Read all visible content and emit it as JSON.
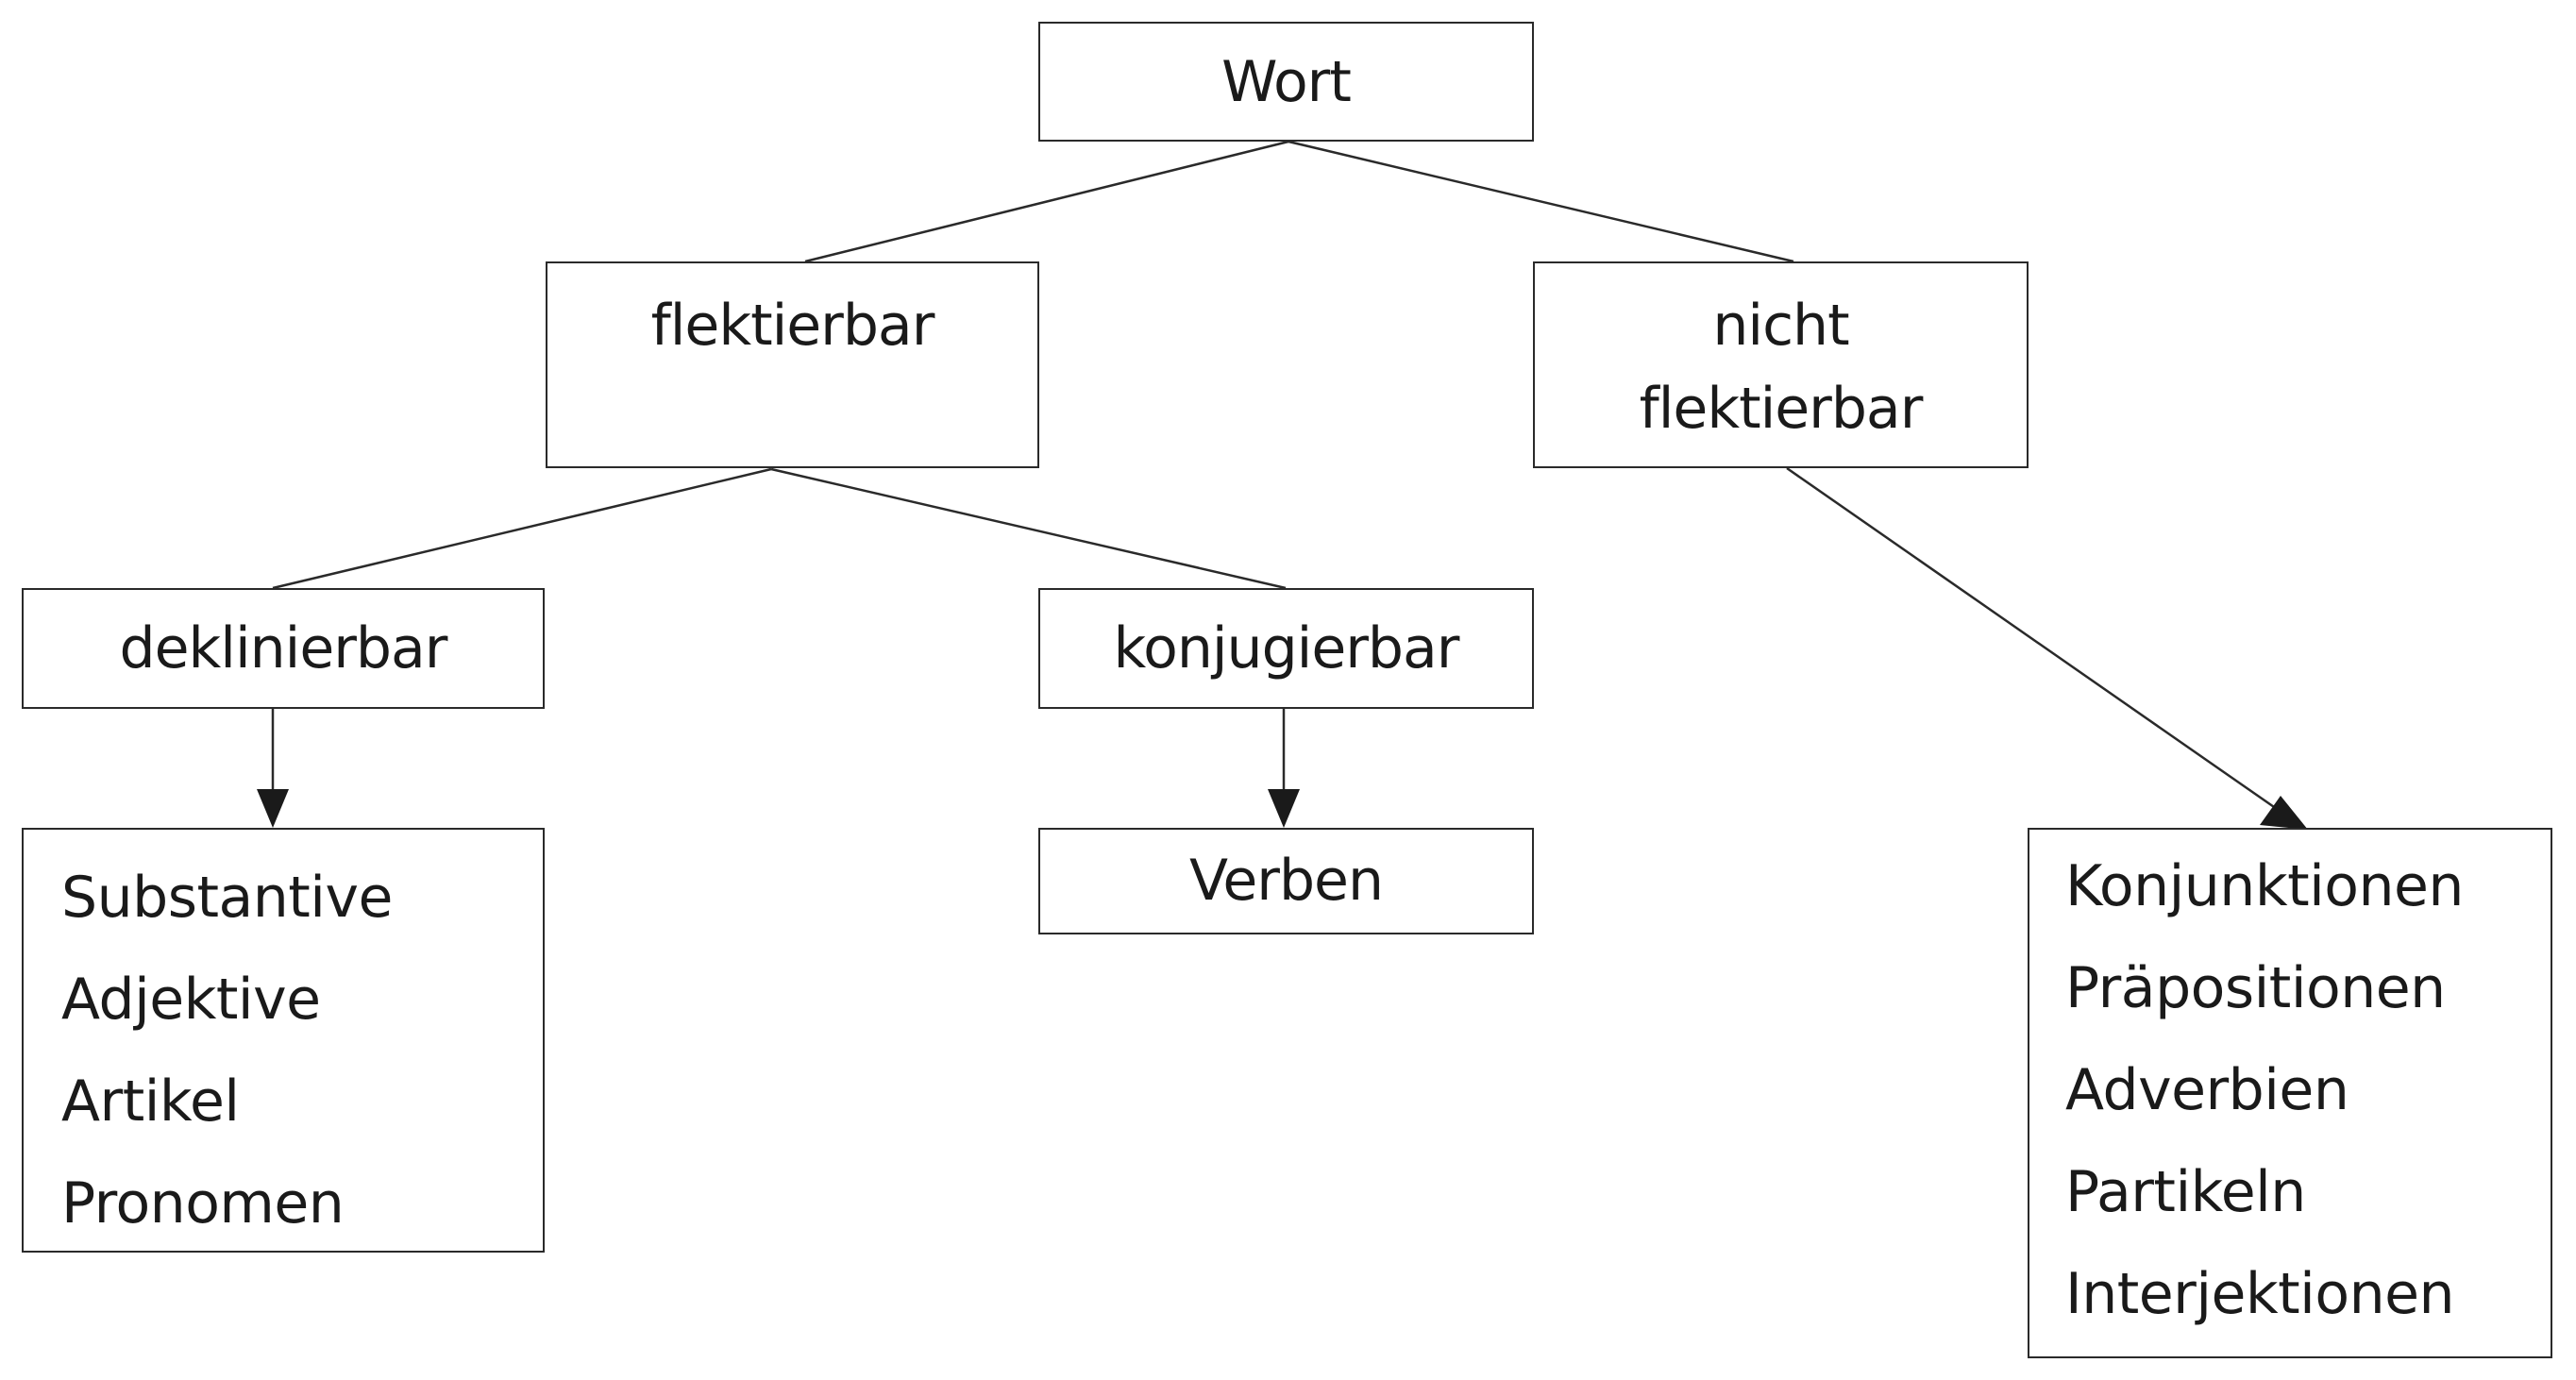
{
  "diagram": {
    "root": "Wort",
    "level1": {
      "left": "flektierbar",
      "right_line1": "nicht",
      "right_line2": "flektierbar"
    },
    "level2": {
      "left": "deklinierbar",
      "right": "konjugierbar"
    },
    "leaves": {
      "declinable": [
        "Substantive",
        "Adjektive",
        "Artikel",
        "Pronomen"
      ],
      "conjugable": [
        "Verben"
      ],
      "uninflectable": [
        "Konjunktionen",
        "Präpositionen",
        "Adverbien",
        "Partikeln",
        "Interjektionen"
      ]
    },
    "colors": {
      "stroke": "#2a2a2a",
      "text": "#1a1a1a",
      "background": "#ffffff"
    }
  }
}
